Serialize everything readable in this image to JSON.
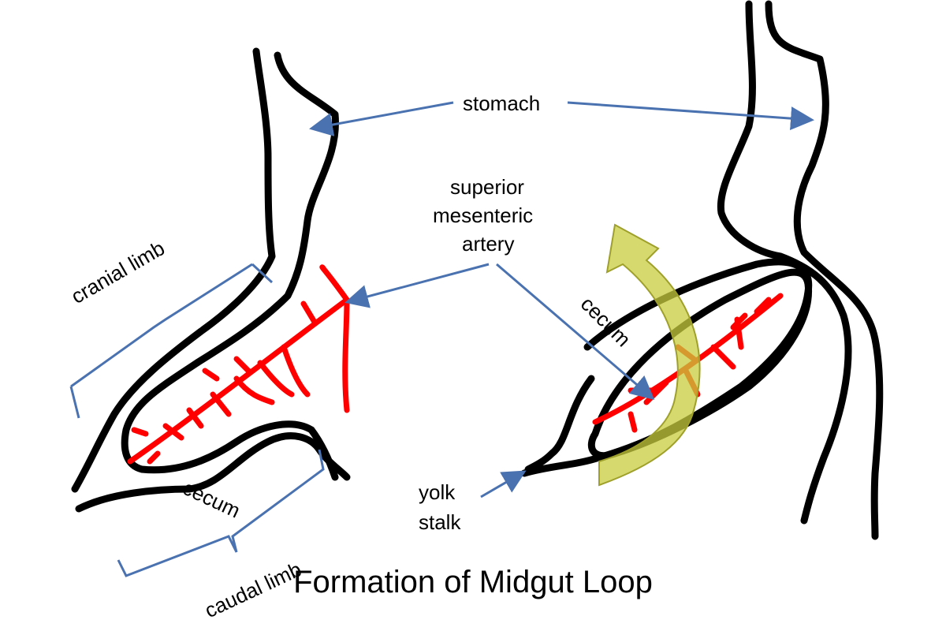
{
  "title": "Formation of Midgut Loop",
  "labels": {
    "stomach": "stomach",
    "sma_line1": "superior",
    "sma_line2": "mesenteric",
    "sma_line3": "artery",
    "cranial_limb": "cranial limb",
    "caudal_limb": "caudal limb",
    "cecum_left": "cecum",
    "cecum_right": "cecum",
    "yolk_line1": "yolk",
    "yolk_line2": "stalk"
  },
  "colors": {
    "gut_outline": "#000000",
    "artery": "#ff0000",
    "pointer": "#4a72b0",
    "rotation_arrow": "#c8cc3c"
  }
}
